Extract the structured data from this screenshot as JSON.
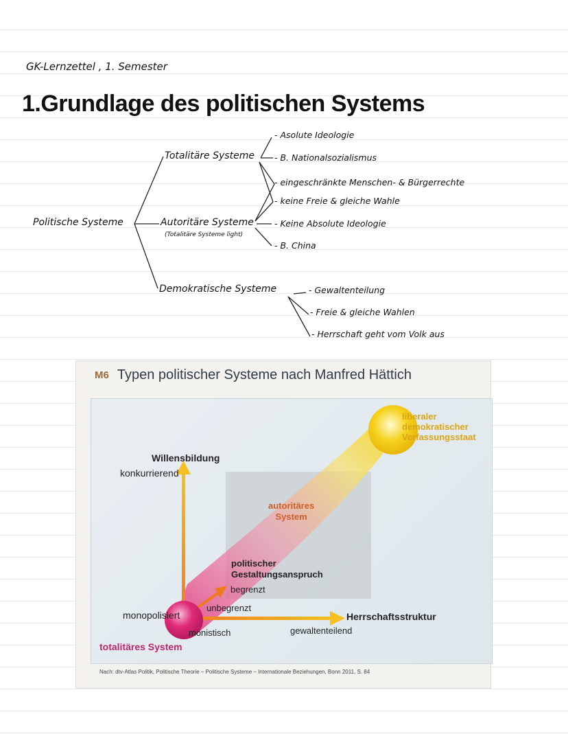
{
  "header": {
    "subtitle": "GK-Lernzettel , 1. Semester",
    "title": "1.Grundlage des politischen Systems"
  },
  "tree": {
    "root": "Politische Systeme",
    "totalitaer": {
      "label": "Totalitäre Systeme",
      "items": [
        "- Asolute Ideologie",
        "- B. Nationalsozialismus"
      ]
    },
    "shared": [
      "- eingeschränkte Menschen- & Bürgerrechte",
      "- keine Freie & gleiche Wahle"
    ],
    "autoritaer": {
      "label": "Autoritäre Systeme",
      "note": "(Totalitäre Systeme light)",
      "items": [
        "- Keine Absolute Ideologie",
        "- B. China"
      ]
    },
    "demokratisch": {
      "label": "Demokratische Systeme",
      "items": [
        "- Gewaltenteilung",
        "- Freie & gleiche Wahlen",
        "- Herrschaft geht vom Volk aus"
      ]
    }
  },
  "figure": {
    "badge": "M6",
    "title": "Typen politischer Systeme nach Manfred Hättich",
    "labels": {
      "liberal": [
        "liberaler",
        "demokratischer",
        "Verfassungsstaat"
      ],
      "autoritaer": [
        "autoritäres",
        "System"
      ],
      "willensbildung": "Willensbildung",
      "konkurrierend": "konkurrierend",
      "gestaltung": [
        "politischer",
        "Gestaltungsanspruch"
      ],
      "begrenzt": "begrenzt",
      "unbegrenzt": "unbegrenzt",
      "monopolisiert": "monopolisiert",
      "monistisch": "monistisch",
      "herrschaftsstruktur": "Herrschaftsstruktur",
      "gewaltenteilend": "gewaltenteilend",
      "totalitaer": "totalitäres System"
    },
    "credit": "Nach: dtv-Atlas Politik, Politische Theorie – Politische Systeme – Internationale Beziehungen, Bonn 2011, S. 84",
    "colors": {
      "yellow": "#f5d21e",
      "magenta": "#e02a78",
      "orange": "#f0a020",
      "liberal_text": "#d9a514",
      "autoritaer_text": "#c9602a",
      "totalitaer_text": "#b8286c"
    }
  }
}
